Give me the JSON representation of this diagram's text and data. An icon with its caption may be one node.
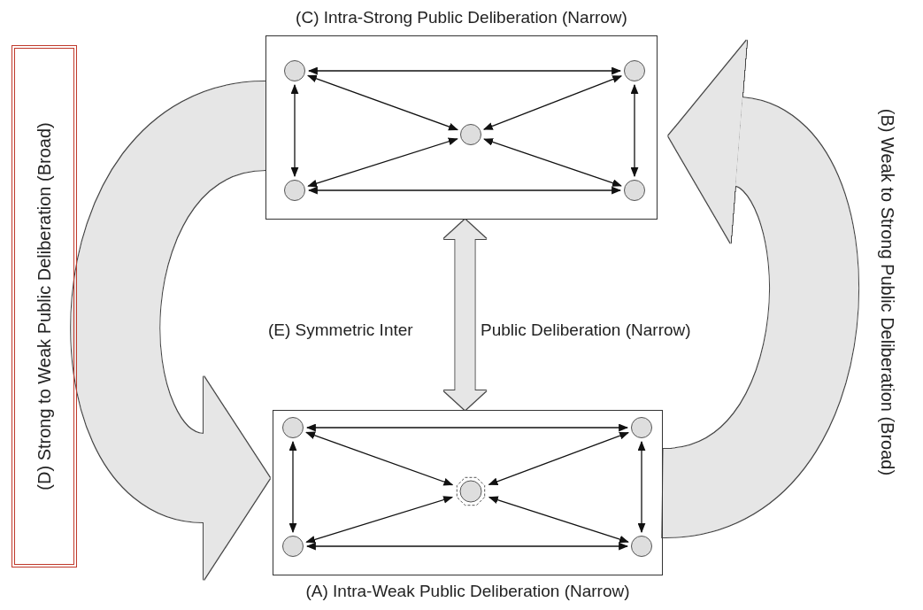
{
  "diagram": {
    "nodes": [
      {
        "text": [
          "(C) Intra-Strong Public Deliberation (Narrow)"
        ]
      },
      {
        "text": [],
        "shape": "circle",
        "in": 0
      },
      {
        "text": [],
        "shape": "circle",
        "in": 0
      },
      {
        "text": [],
        "shape": "circle",
        "in": 0
      },
      {
        "text": [],
        "shape": "circle",
        "in": 0
      },
      {
        "text": [],
        "shape": "circle",
        "in": 0
      },
      {
        "text": [
          "(A) Intra-Weak Public Deliberation (Narrow)"
        ]
      },
      {
        "text": [],
        "shape": "circle",
        "in": 6
      },
      {
        "text": [],
        "shape": "circle",
        "in": 6
      },
      {
        "text": [],
        "shape": "circle",
        "in": 6
      },
      {
        "text": [],
        "shape": "circle",
        "in": 6
      },
      {
        "text": [],
        "shape": "circle",
        "in": 6
      }
    ],
    "edges": [
      {
        "from": 1,
        "to": 2,
        "arrow": "both"
      },
      {
        "from": 1,
        "to": 4,
        "arrow": "both"
      },
      {
        "from": 1,
        "to": 3,
        "arrow": "both"
      },
      {
        "from": 2,
        "to": 3,
        "arrow": "both"
      },
      {
        "from": 2,
        "to": 5,
        "arrow": "both"
      },
      {
        "from": 4,
        "to": 3,
        "arrow": "both"
      },
      {
        "from": 5,
        "to": 3,
        "arrow": "both"
      },
      {
        "from": 4,
        "to": 5,
        "arrow": "both"
      },
      {
        "from": 7,
        "to": 8,
        "arrow": "both"
      },
      {
        "from": 7,
        "to": 10,
        "arrow": "both"
      },
      {
        "from": 7,
        "to": 9,
        "arrow": "both"
      },
      {
        "from": 8,
        "to": 9,
        "arrow": "both"
      },
      {
        "from": 8,
        "to": 11,
        "arrow": "both"
      },
      {
        "from": 10,
        "to": 9,
        "arrow": "both"
      },
      {
        "from": 11,
        "to": 9,
        "arrow": "both"
      },
      {
        "from": 10,
        "to": 11,
        "arrow": "both"
      },
      {
        "from": 6,
        "to": 0,
        "arrow": "both",
        "style": "thick",
        "color": "#e6e6e6"
      },
      {
        "from": 0,
        "to": 6,
        "arrow": "to",
        "style": "thick",
        "color": "#e6e6e6"
      },
      {
        "from": 6,
        "to": 0,
        "arrow": "to",
        "style": "thick",
        "color": "#e6e6e6"
      }
    ],
    "labels": [
      "(D) Strong to Weak Public Deliberation (Broad)",
      "(E) Symmetric Inter",
      "Public Deliberation (Narrow)",
      "(B) Weak to Strong Public Deliberation (Broad)"
    ]
  }
}
